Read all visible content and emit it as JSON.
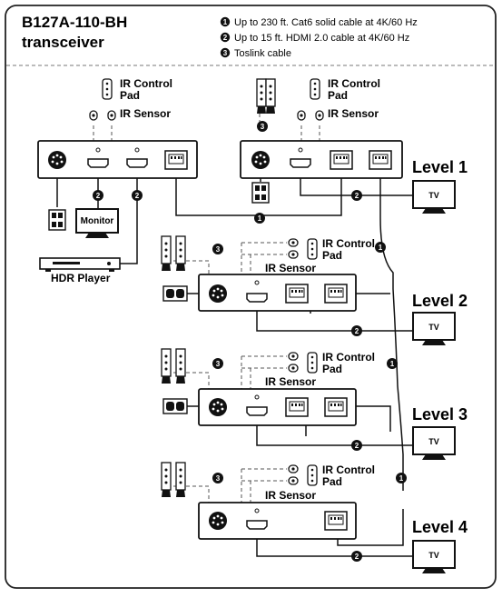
{
  "title": {
    "line1": "B127A-110-BH",
    "line2": "transceiver"
  },
  "legend": [
    {
      "marker": "1",
      "text": "Up to 230 ft. Cat6 solid cable at 4K/60 Hz"
    },
    {
      "marker": "2",
      "text": "Up to 15 ft. HDMI 2.0 cable at 4K/60 Hz"
    },
    {
      "marker": "3",
      "text": "Toslink cable"
    }
  ],
  "labels": {
    "ir_control": "IR Control",
    "pad": "Pad",
    "ir_sensor": "IR Sensor",
    "monitor": "Monitor",
    "hdr_player": "HDR Player",
    "tv": "TV",
    "level1": "Level 1",
    "level2": "Level 2",
    "level3": "Level 3",
    "level4": "Level 4"
  },
  "colors": {
    "frame": "#222222",
    "device_fill": "#ffffff",
    "marker_fill": "#111111"
  }
}
